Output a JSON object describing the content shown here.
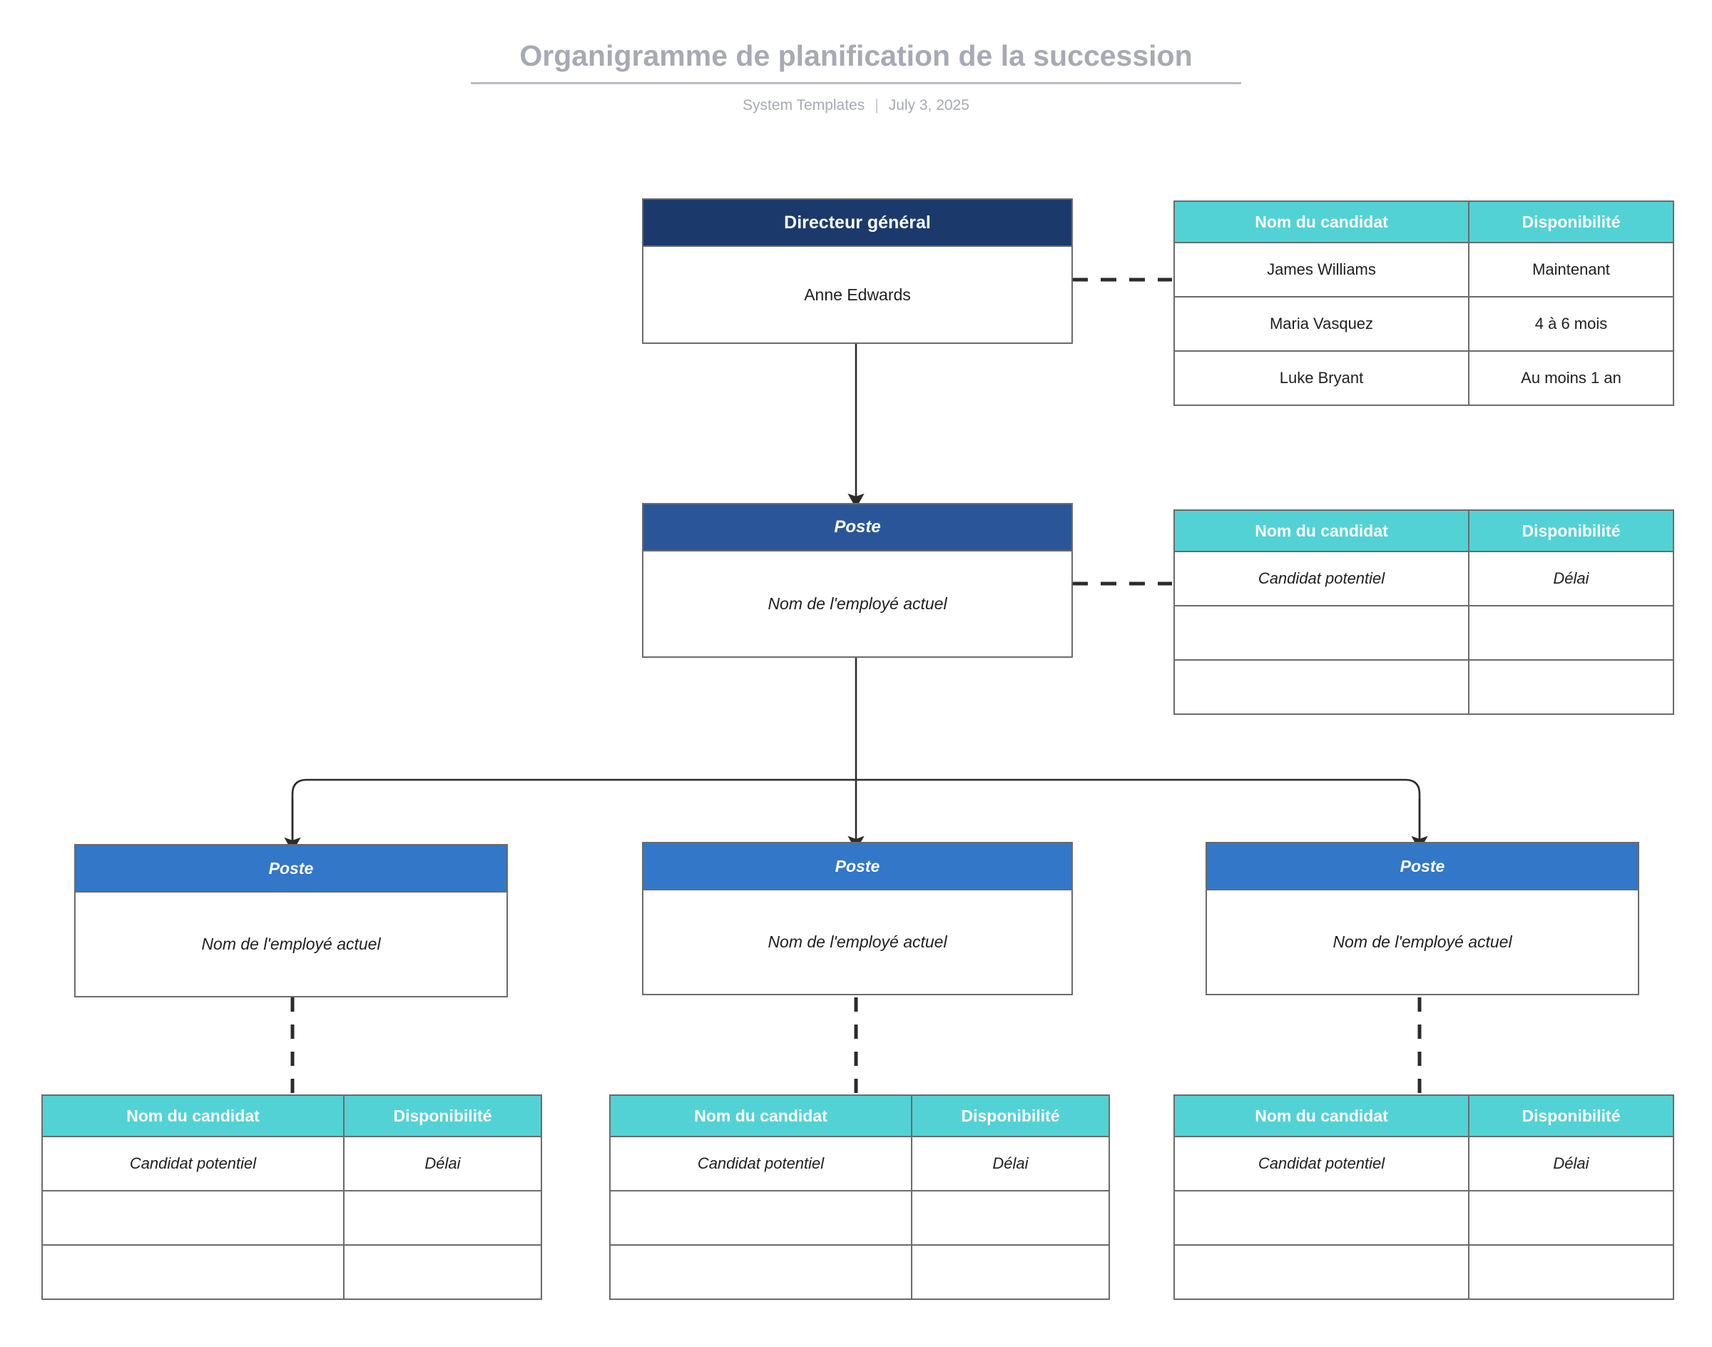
{
  "header": {
    "title": "Organigramme de planification de la succession",
    "source": "System Templates",
    "separator": "|",
    "date": "July 3, 2025"
  },
  "colors": {
    "navy": "#1b3a6b",
    "blue_mid": "#2a5699",
    "blue_light": "#3277c8",
    "teal": "#53d2d5",
    "border": "#6b6b6b",
    "title_grey": "#a7aab4"
  },
  "table_headers": {
    "candidate_name": "Nom du candidat",
    "availability": "Disponibilité"
  },
  "nodes": {
    "ceo": {
      "role": "Directeur général",
      "person": "Anne Edwards"
    },
    "level2": {
      "role": "Poste",
      "person": "Nom de l'employé actuel"
    },
    "level3_left": {
      "role": "Poste",
      "person": "Nom de l'employé actuel"
    },
    "level3_center": {
      "role": "Poste",
      "person": "Nom de l'employé actuel"
    },
    "level3_right": {
      "role": "Poste",
      "person": "Nom de l'employé actuel"
    }
  },
  "tables": {
    "ceo_candidates": {
      "rows": [
        {
          "name": "James Williams",
          "availability": "Maintenant"
        },
        {
          "name": "Maria Vasquez",
          "availability": "4 à 6 mois"
        },
        {
          "name": "Luke Bryant",
          "availability": "Au moins 1 an"
        }
      ]
    },
    "level2_candidates": {
      "rows": [
        {
          "name": "Candidat potentiel",
          "availability": "Délai"
        },
        {
          "name": "",
          "availability": ""
        },
        {
          "name": "",
          "availability": ""
        }
      ]
    },
    "level3_left_candidates": {
      "rows": [
        {
          "name": "Candidat potentiel",
          "availability": "Délai"
        },
        {
          "name": "",
          "availability": ""
        },
        {
          "name": "",
          "availability": ""
        }
      ]
    },
    "level3_center_candidates": {
      "rows": [
        {
          "name": "Candidat potentiel",
          "availability": "Délai"
        },
        {
          "name": "",
          "availability": ""
        },
        {
          "name": "",
          "availability": ""
        }
      ]
    },
    "level3_right_candidates": {
      "rows": [
        {
          "name": "Candidat potentiel",
          "availability": "Délai"
        },
        {
          "name": "",
          "availability": ""
        },
        {
          "name": "",
          "availability": ""
        }
      ]
    }
  }
}
